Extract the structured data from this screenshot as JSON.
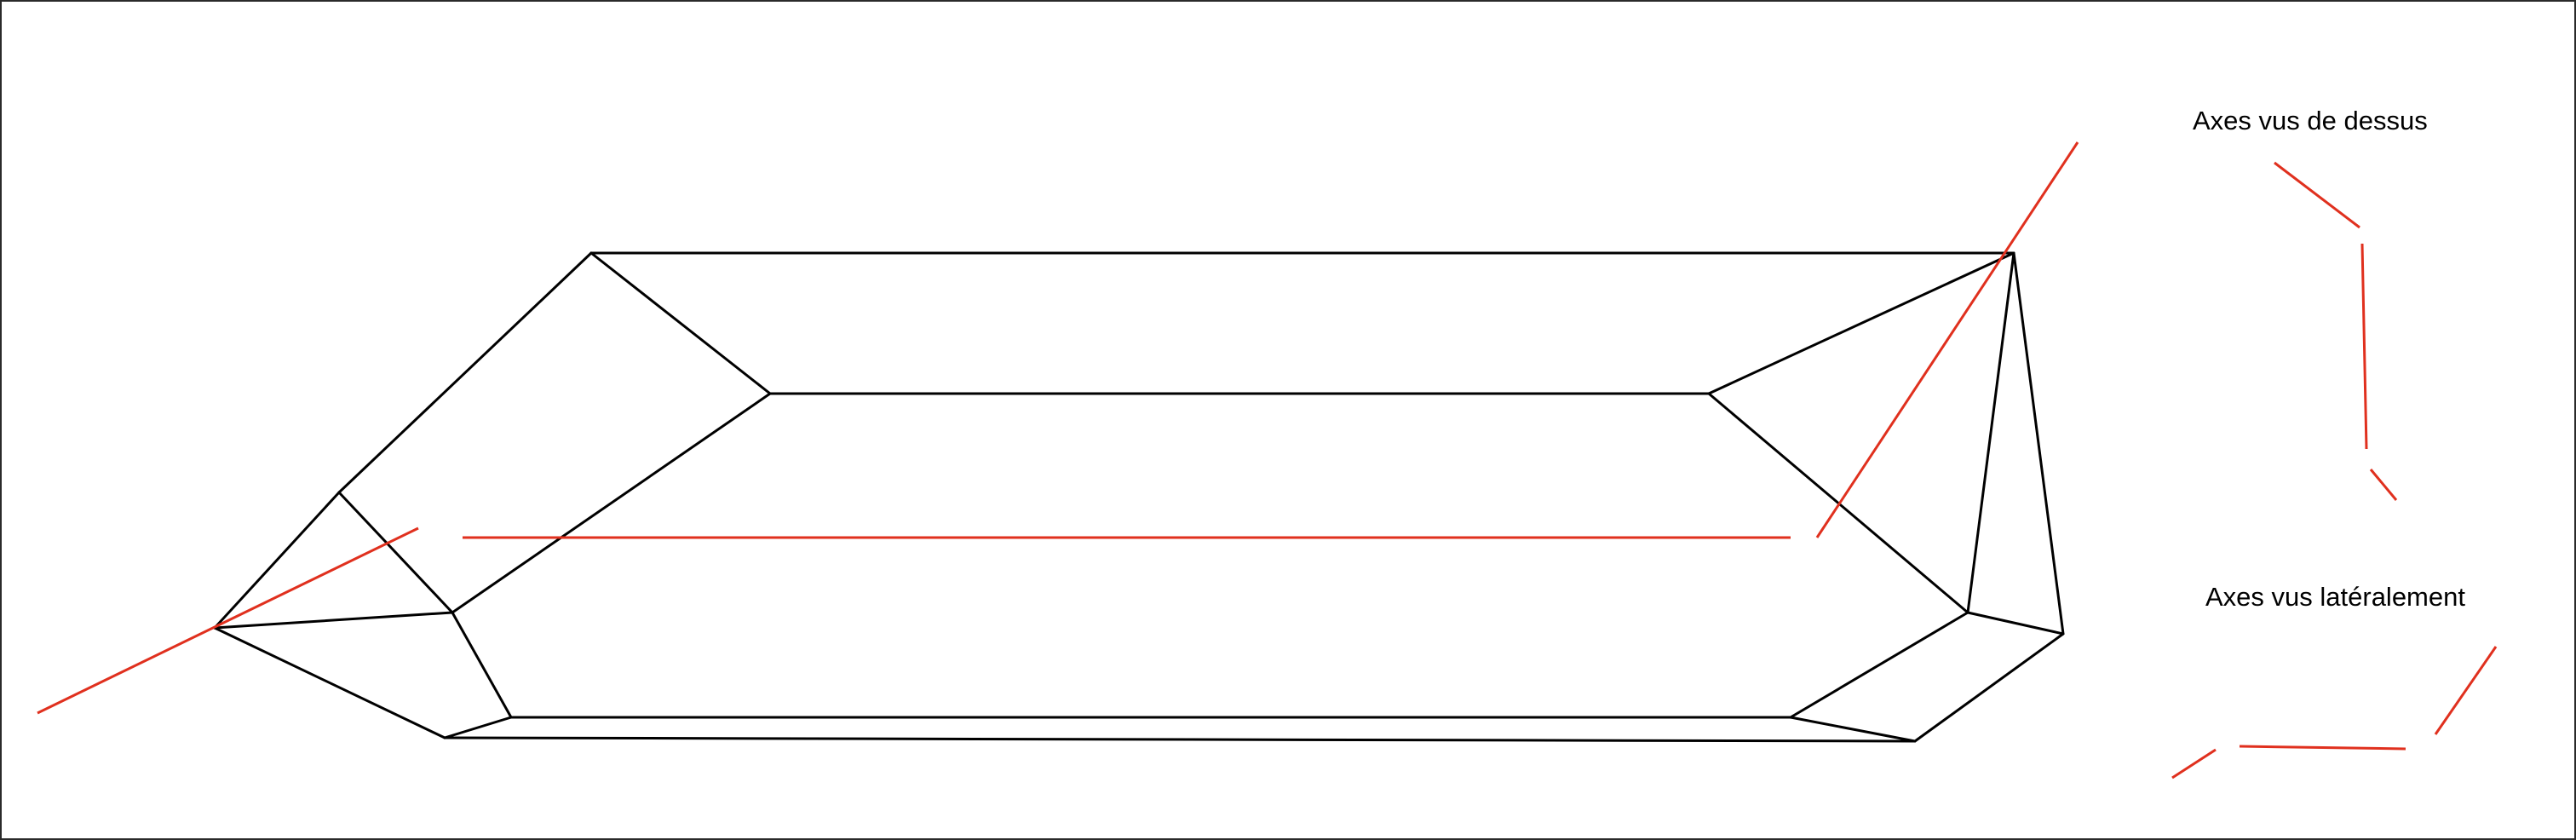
{
  "diagram": {
    "captions": {
      "top_view": "Axes vus de dessus",
      "side_view": "Axes vus latéralement"
    },
    "colors": {
      "outline": "#000000",
      "axis": "#e0301e",
      "background": "#ffffff"
    },
    "elements": {
      "crystal": "crystal prism outline drawn in black",
      "axes": "crystallographic axes drawn in red"
    }
  }
}
